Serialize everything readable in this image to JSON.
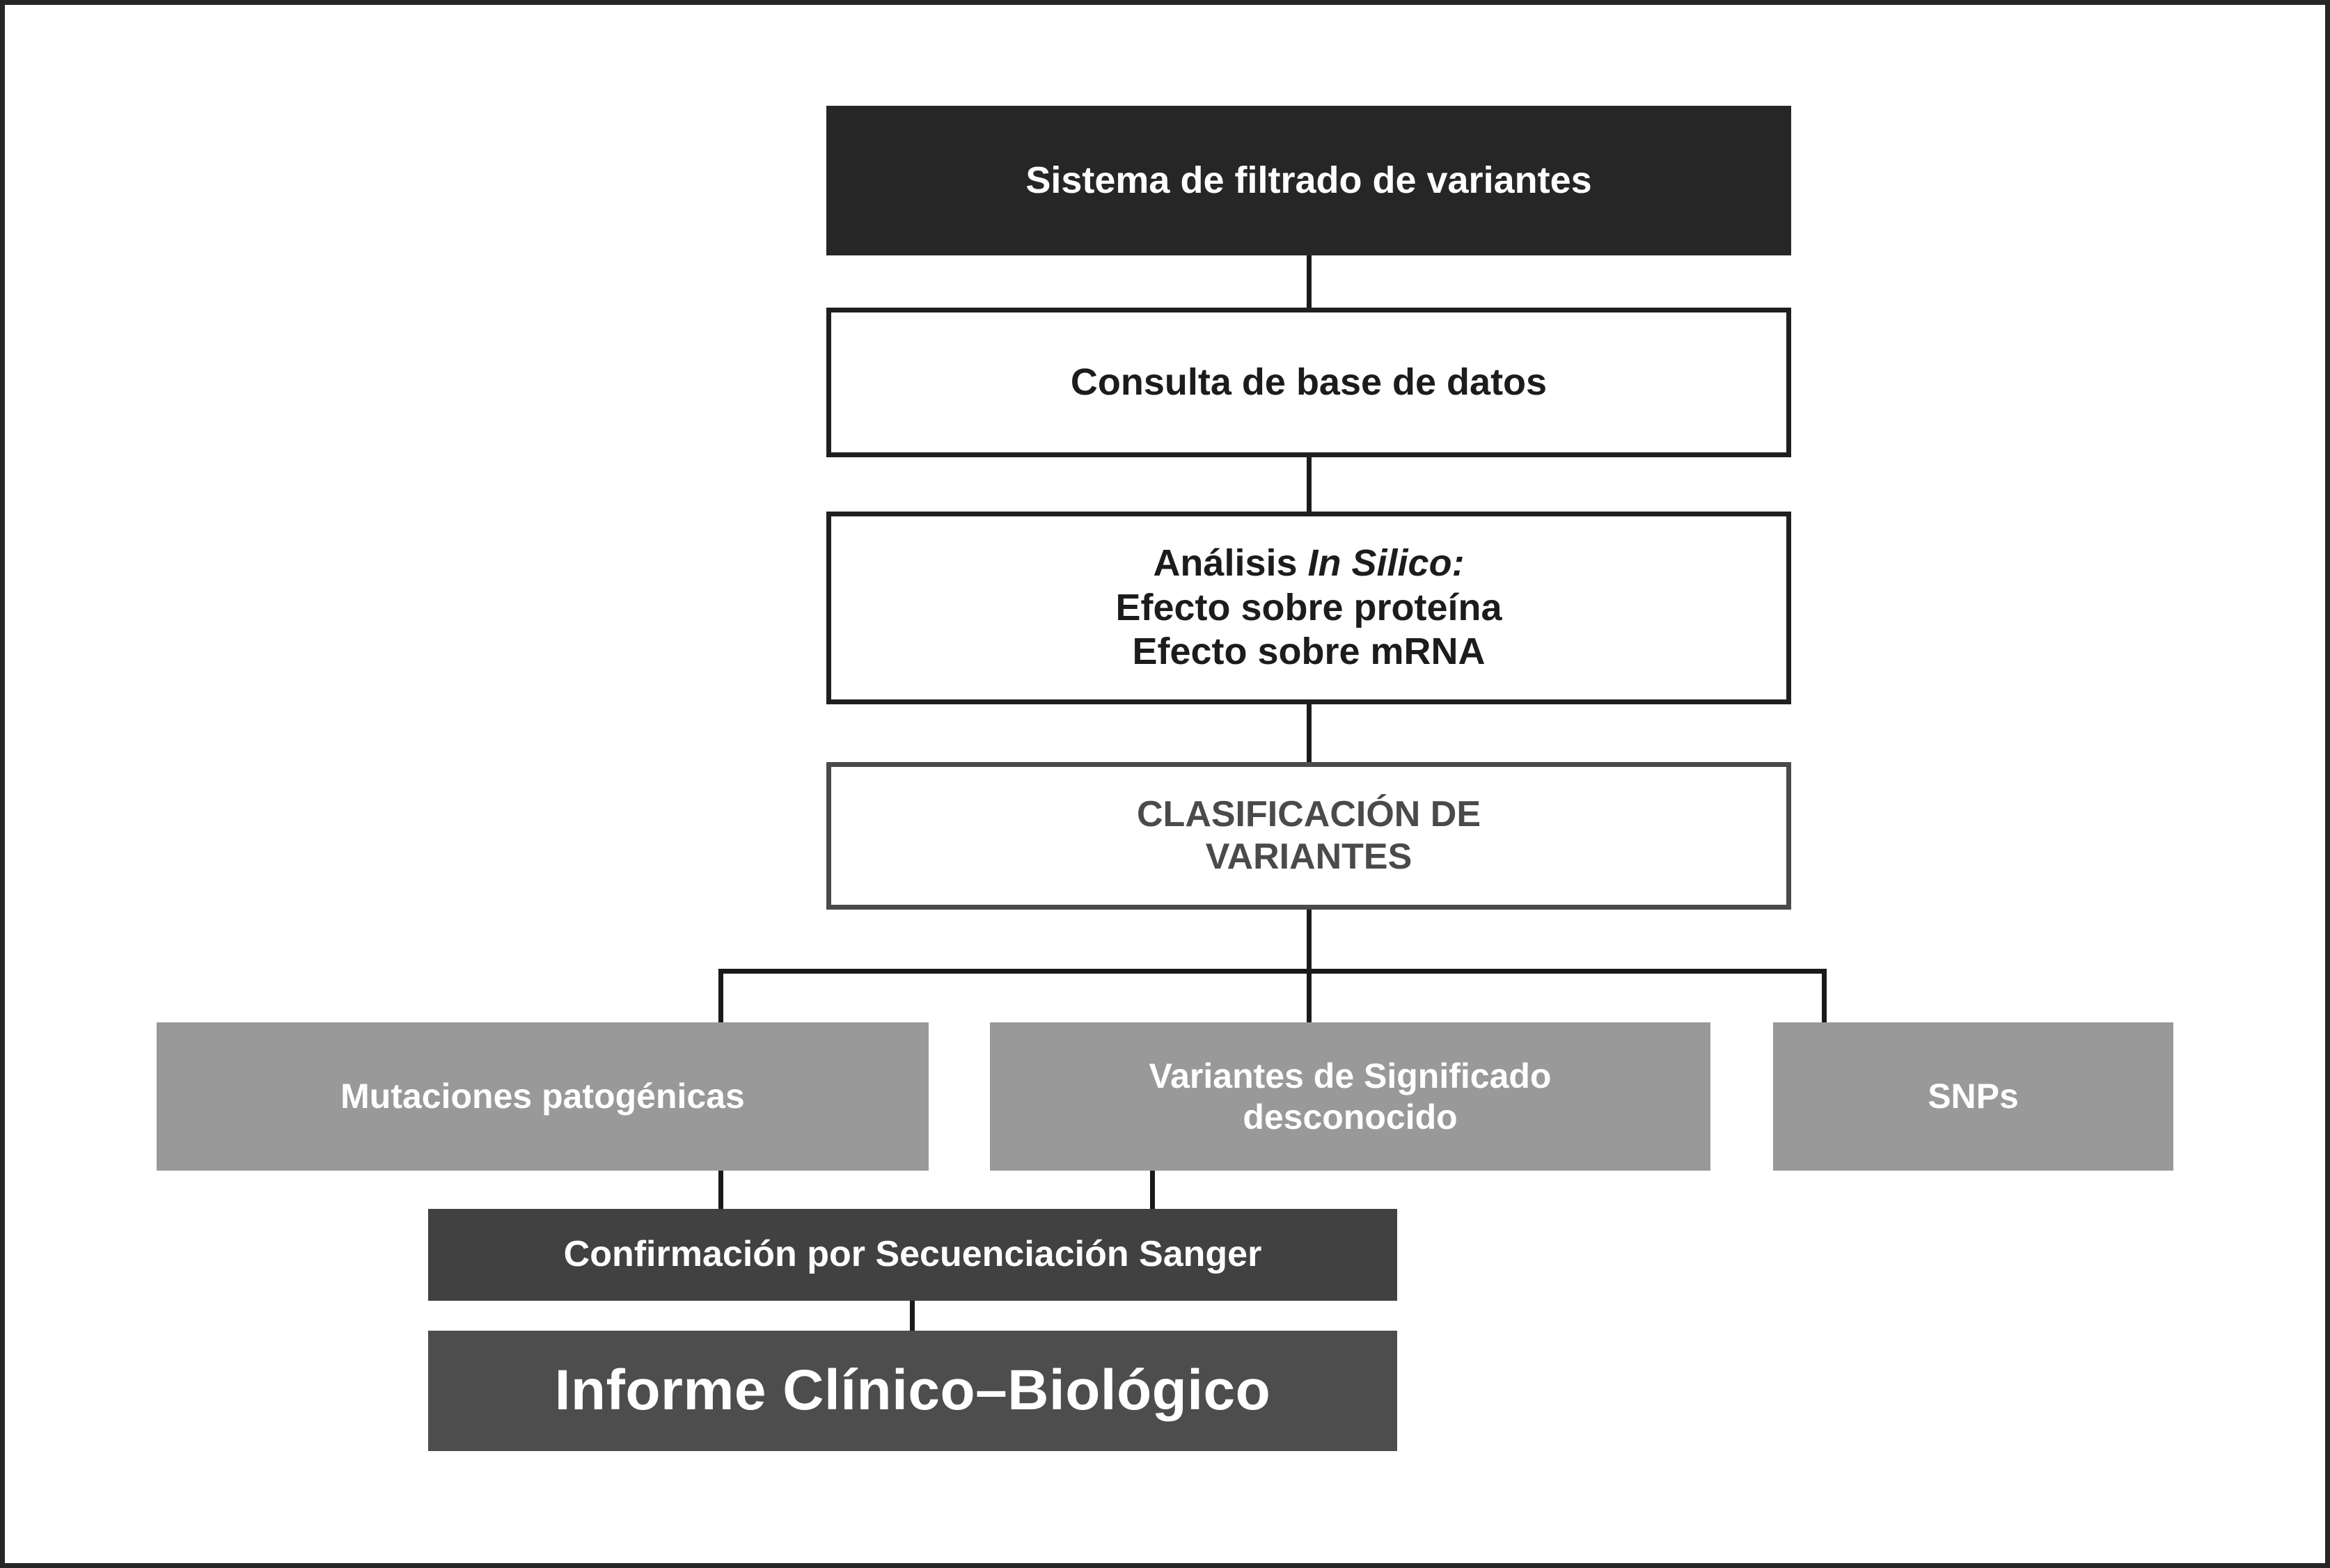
{
  "diagram": {
    "title": "Sistema de filtrado de variantes",
    "type": "flowchart",
    "language": "es",
    "colors": {
      "header_fill": "#262626",
      "outline_box_border": "#1f1f1f",
      "classification_border": "#4a4a4a",
      "classification_text": "#4a4a4a",
      "category_fill": "#999999",
      "sanger_fill": "#414141",
      "report_fill": "#4d4d4d",
      "connector": "#1a1a1a",
      "frame_border": "#262626",
      "background": "#ffffff"
    },
    "nodes": {
      "header": {
        "label": "Sistema de filtrado de variantes"
      },
      "database_query": {
        "label": "Consulta de base de datos"
      },
      "in_silico": {
        "line1_prefix": "Análisis ",
        "line1_italic": "In Silico:",
        "line2": "Efecto sobre proteína",
        "line3": "Efecto sobre mRNA"
      },
      "classification": {
        "line1": "CLASIFICACIÓN DE",
        "line2": "VARIANTES"
      },
      "pathogenic": {
        "label": "Mutaciones patogénicas"
      },
      "vus": {
        "line1": "Variantes de Significado",
        "line2": "desconocido"
      },
      "snps": {
        "label": "SNPs"
      },
      "sanger": {
        "label": "Confirmación por Secuenciación Sanger"
      },
      "report": {
        "label": "Informe Clínico–Biológico"
      }
    },
    "edges": [
      {
        "from": "header",
        "to": "database_query"
      },
      {
        "from": "database_query",
        "to": "in_silico"
      },
      {
        "from": "in_silico",
        "to": "classification"
      },
      {
        "from": "classification",
        "to": "pathogenic"
      },
      {
        "from": "classification",
        "to": "vus"
      },
      {
        "from": "classification",
        "to": "snps"
      },
      {
        "from": "pathogenic",
        "to": "sanger"
      },
      {
        "from": "vus",
        "to": "sanger"
      },
      {
        "from": "sanger",
        "to": "report"
      }
    ]
  }
}
